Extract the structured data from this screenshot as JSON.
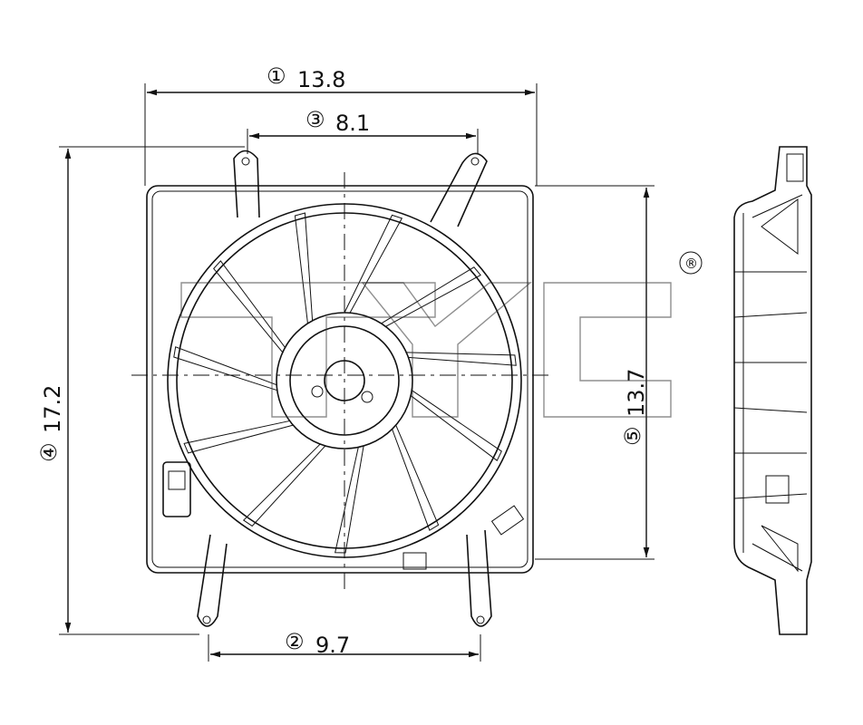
{
  "dimensions": {
    "d1": {
      "marker": "①",
      "value": "13.8"
    },
    "d2": {
      "marker": "②",
      "value": "9.7"
    },
    "d3": {
      "marker": "③",
      "value": "8.1"
    },
    "d4": {
      "marker": "④",
      "value": "17.2"
    },
    "d5": {
      "marker": "⑤",
      "value": "13.7"
    }
  },
  "watermark": {
    "text": "TYC",
    "registered": "®"
  },
  "colors": {
    "line": "#111111",
    "background": "#ffffff"
  }
}
